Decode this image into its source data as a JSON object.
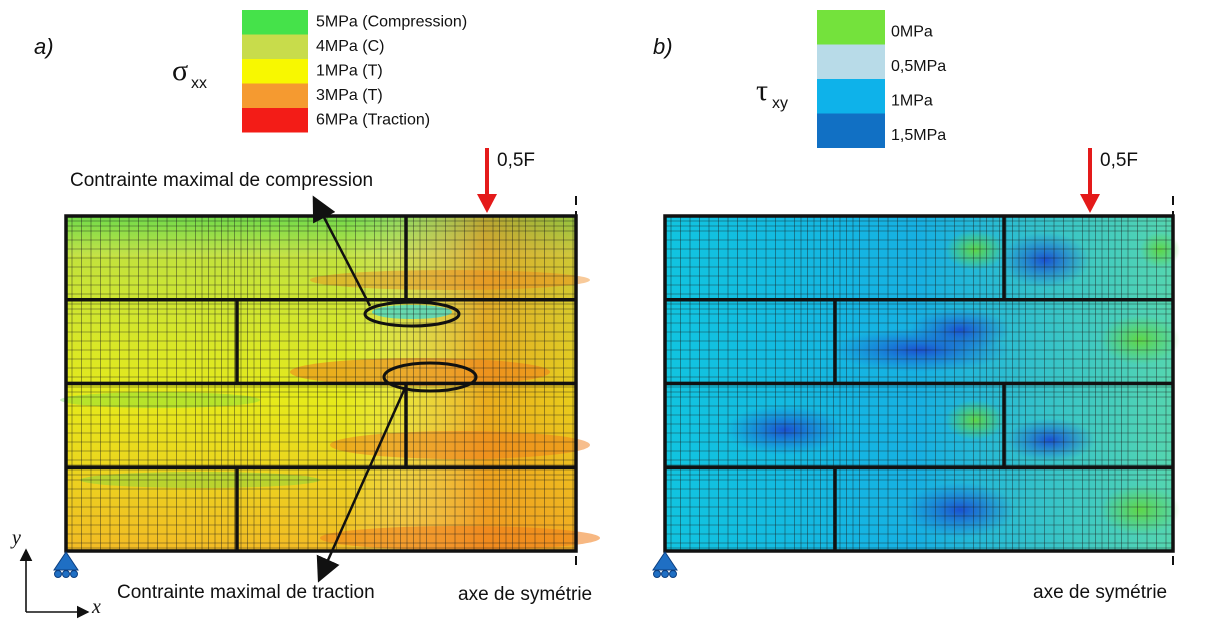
{
  "panel_a": {
    "label": "a)",
    "symbol": "σ",
    "subscript": "xx",
    "legend": [
      {
        "label": "5MPa (Compression)",
        "color": "#45e24a"
      },
      {
        "label": "4MPa (C)",
        "color": "#c8dc4b"
      },
      {
        "label": "1MPa (T)",
        "color": "#f8f800"
      },
      {
        "label": "3MPa (T)",
        "color": "#f59a30"
      },
      {
        "label": "6MPa (Traction)",
        "color": "#f31c17"
      }
    ],
    "load_label": "0,5F",
    "annotation_compression": "Contrainte maximal de compression",
    "annotation_traction": "Contrainte maximal de traction",
    "symmetry_label": "axe de symétrie",
    "axis_x": "x",
    "axis_y": "y"
  },
  "panel_b": {
    "label": "b)",
    "symbol": "τ",
    "subscript": "xy",
    "legend": [
      {
        "label": "0MPa",
        "color": "#74e23c"
      },
      {
        "label": "0,5MPa",
        "color": "#b8dbe8"
      },
      {
        "label": "1MPa",
        "color": "#0eb2ea"
      },
      {
        "label": "1,5MPa",
        "color": "#1170c4"
      }
    ],
    "load_label": "0,5F",
    "symmetry_label": "axe de symétrie"
  },
  "colors": {
    "load_arrow": "#e41a1a",
    "support": "#1f6fc4",
    "mesh_line": "#1a1a1a"
  }
}
